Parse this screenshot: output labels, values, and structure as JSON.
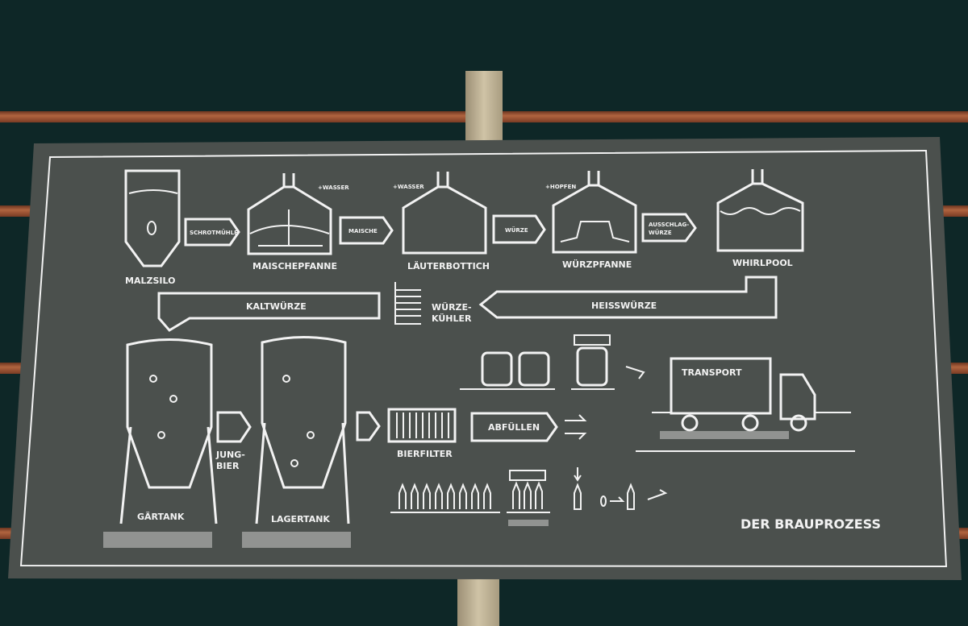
{
  "title": "DER BRAUPROZESS",
  "stations": {
    "malzsilo": "MALZSILO",
    "maischepfanne": "MAISCHEPFANNE",
    "laeuterbottich": "LÄUTERBOTTICH",
    "wuerzpfanne": "WÜRZPFANNE",
    "whirlpool": "WHIRLPOOL",
    "wuerzekuehler_1": "WÜRZE-",
    "wuerzekuehler_2": "KÜHLER",
    "gaertank": "GÄRTANK",
    "lagertank": "LAGERTANK",
    "bierfilter": "BIERFILTER",
    "transport": "TRANSPORT"
  },
  "arrows": {
    "schrotmuehle": "SCHROTMÜHLE",
    "maische": "MAISCHE",
    "wuerze": "WÜRZE",
    "ausschlag_1": "AUSSCHLAG-",
    "ausschlag_2": "WÜRZE",
    "kaltwuerze": "KALTWÜRZE",
    "heisswuerze": "HEISSWÜRZE",
    "jungbier_1": "JUNG-",
    "jungbier_2": "BIER",
    "abfuellen": "ABFÜLLEN"
  },
  "additions": {
    "wasser_1": "+WASSER",
    "wasser_2": "+WASSER",
    "hopfen": "+HOPFEN"
  }
}
